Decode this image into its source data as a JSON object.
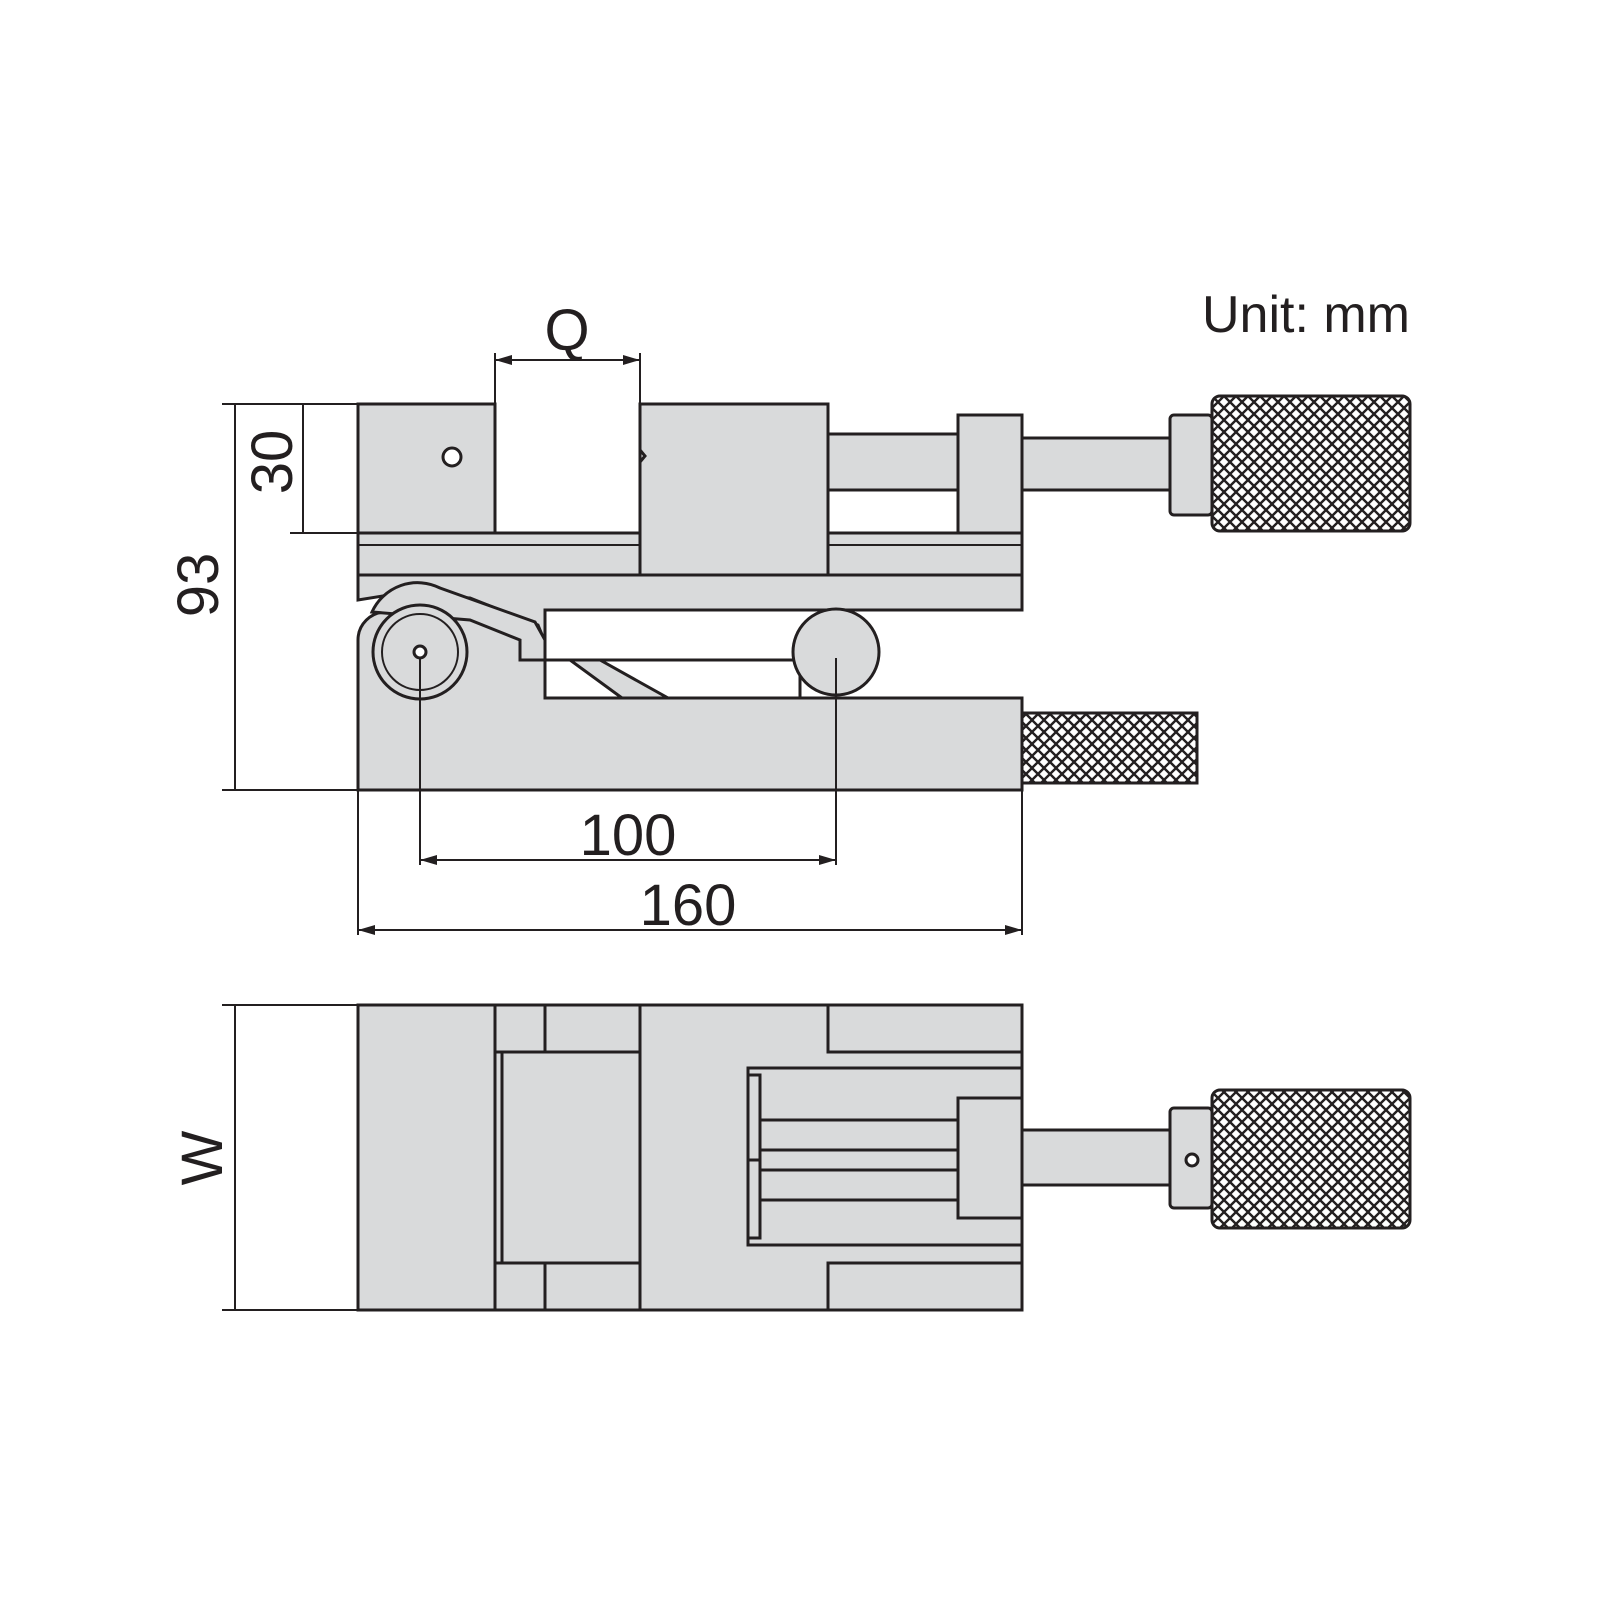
{
  "labels": {
    "unit": "Unit: mm",
    "q": "Q",
    "h30": "30",
    "h93": "93",
    "l100": "100",
    "l160": "160",
    "w": "W"
  },
  "colors": {
    "body": "#d9dadb",
    "outline": "#231f20",
    "background": "#ffffff"
  },
  "icons": {
    "knurl": "knurled-knob-icon"
  }
}
